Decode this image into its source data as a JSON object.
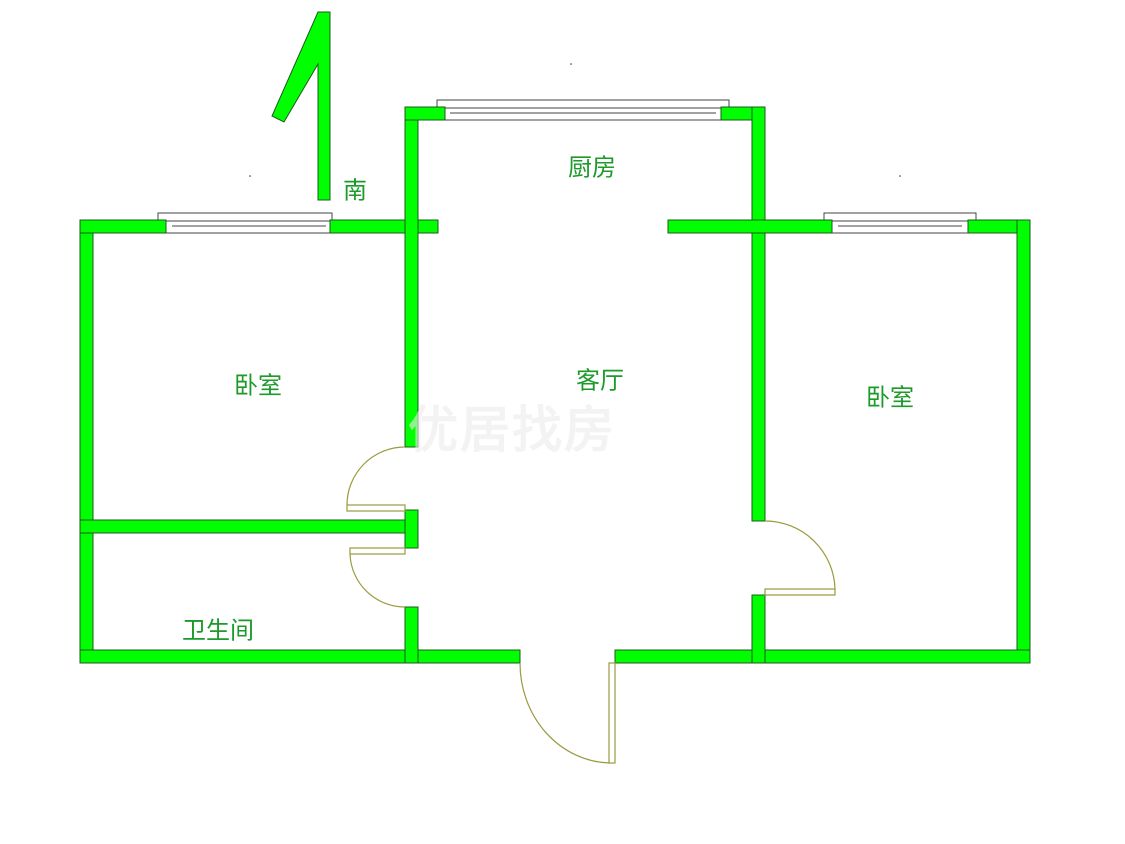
{
  "rooms": {
    "kitchen": "厨房",
    "living_room": "客厅",
    "bedroom_left": "卧室",
    "bedroom_right": "卧室",
    "bathroom": "卫生间"
  },
  "compass": {
    "label": "南"
  },
  "watermark": "优居找房",
  "colors": {
    "wall": "#00ff00",
    "label": "#1c9a2a",
    "door": "#9a9a40"
  }
}
